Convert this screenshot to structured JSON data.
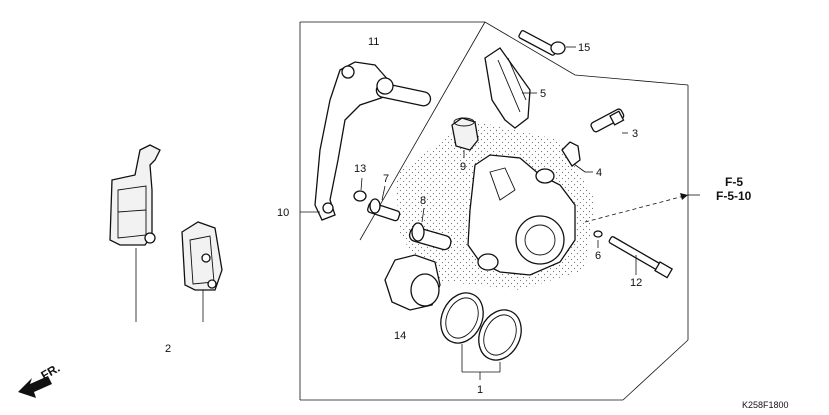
{
  "labels": {
    "p1": "1",
    "p2": "2",
    "p3": "3",
    "p4": "4",
    "p5": "5",
    "p6": "6",
    "p7": "7",
    "p8": "8",
    "p9": "9",
    "p10": "10",
    "p11": "11",
    "p12": "12",
    "p13": "13",
    "p14": "14",
    "p15": "15"
  },
  "reference": {
    "line1": "F-5",
    "line2": "F-5-10"
  },
  "direction": "FR.",
  "diagram_code": "K258F1800"
}
